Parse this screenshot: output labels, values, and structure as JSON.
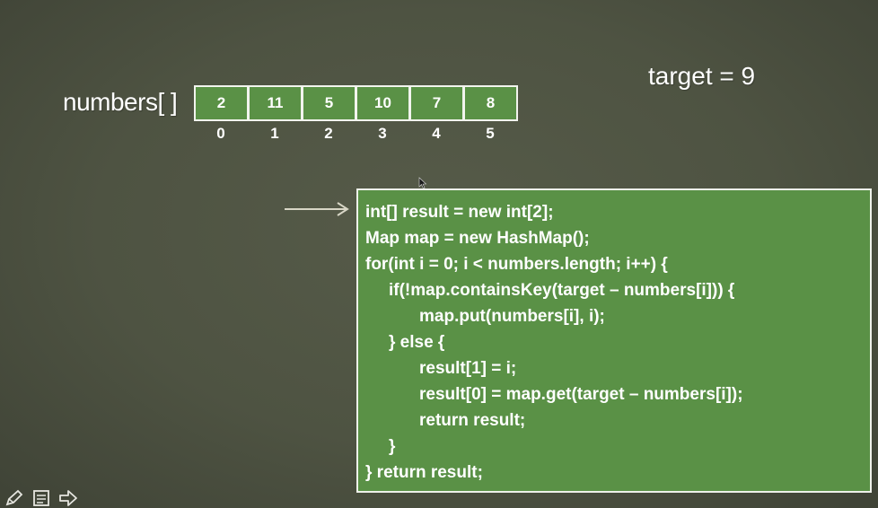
{
  "array": {
    "label": "numbers[ ]",
    "values": [
      "2",
      "11",
      "5",
      "10",
      "7",
      "8"
    ],
    "indices": [
      "0",
      "1",
      "2",
      "3",
      "4",
      "5"
    ]
  },
  "target_label": "target = 9",
  "code": {
    "lines": [
      "int[] result = new int[2];",
      "Map map = new HashMap();",
      "for(int i = 0; i < numbers.length; i++) {",
      "if(!map.containsKey(target – numbers[i])) {",
      "map.put(numbers[i], i);",
      "} else {",
      "result[1] = i;",
      "result[0] = map.get(target – numbers[i]);",
      "return result;",
      "}",
      "} return result;"
    ]
  },
  "toolbar": {
    "icons": [
      "pen-icon",
      "notes-icon",
      "next-arrow-icon"
    ]
  },
  "colors": {
    "background": "#4e5342",
    "cell_fill": "#5a9146",
    "border": "#f2f4ee",
    "text": "#ffffff"
  }
}
